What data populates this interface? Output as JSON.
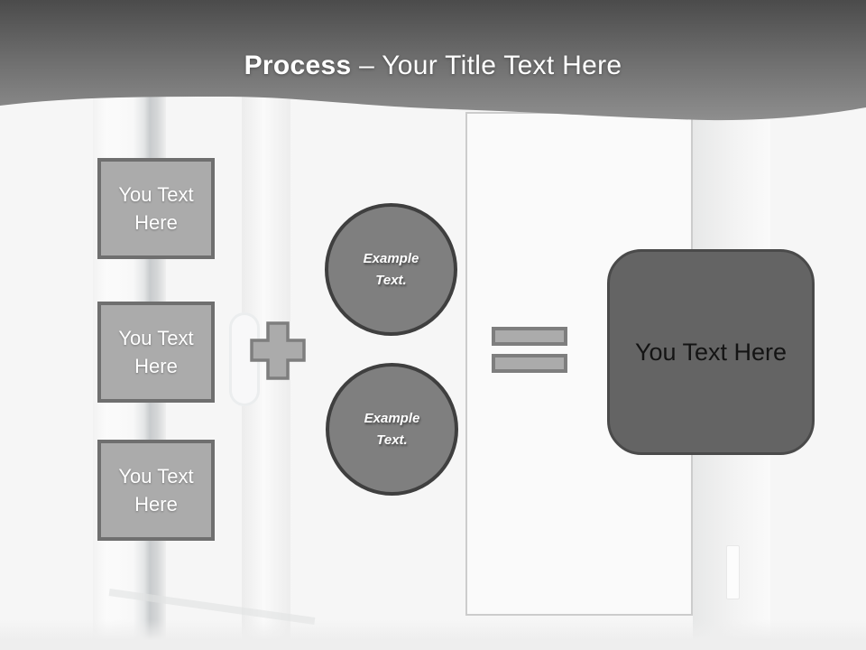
{
  "header": {
    "title_bold": "Process",
    "title_rest": "– Your Title Text Here"
  },
  "left_column": {
    "boxes": [
      {
        "label": "You Text Here"
      },
      {
        "label": "You Text Here"
      },
      {
        "label": "You Text Here"
      }
    ]
  },
  "middle": {
    "circles": [
      {
        "label": "Example Text."
      },
      {
        "label": "Example Text."
      }
    ]
  },
  "result": {
    "label": "You Text Here"
  },
  "icons": {
    "plus": "plus-icon",
    "equals": "equals-icon"
  },
  "colors": {
    "canvas_bg": "#f6f6f6",
    "header_top": "#4b4b4b",
    "header_mid": "#6e6e6e",
    "header_bottom": "#8e8e8e",
    "title_text": "#ffffff",
    "box_fill": "#ababab",
    "box_border": "#6f6f6f",
    "box_text": "#ffffff",
    "circle_fill": "#7f7f7f",
    "circle_border": "#3f3f3f",
    "circle_text": "#ffffff",
    "operator_fill": "#ababab",
    "operator_border": "#7e7e7e",
    "result_fill": "#646464",
    "result_border": "#4a4a4a",
    "result_text": "#141414"
  }
}
